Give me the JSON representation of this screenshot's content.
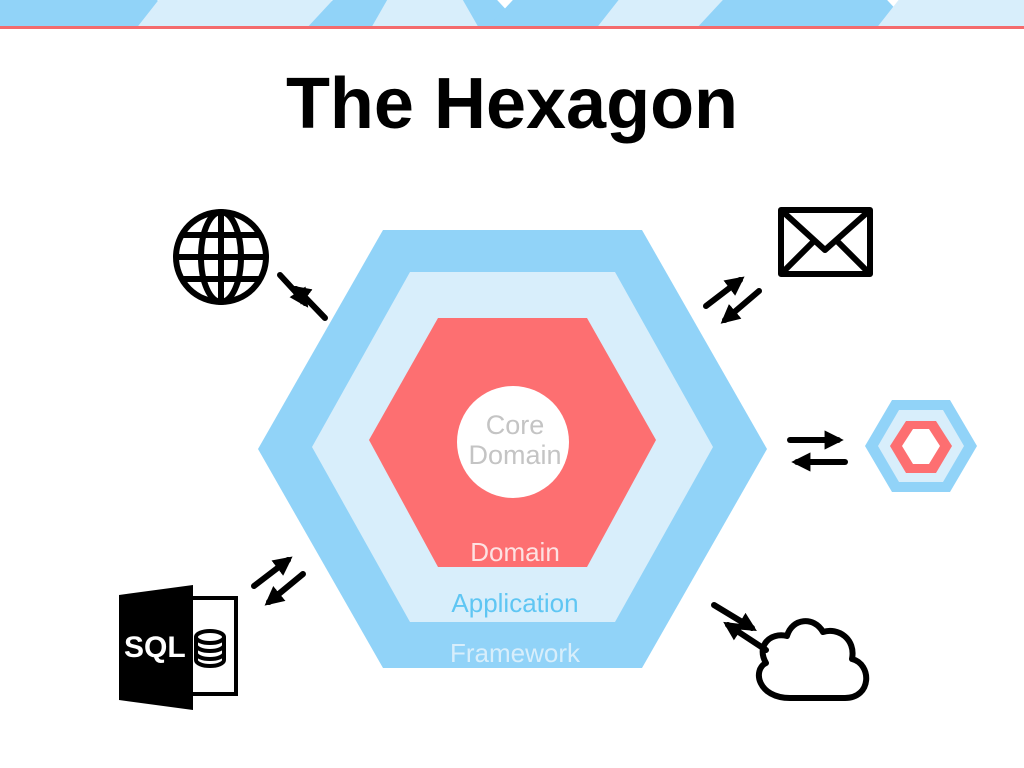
{
  "slide": {
    "title": "The Hexagon"
  },
  "hexagon": {
    "layers": [
      {
        "name": "framework",
        "label": "Framework",
        "fill": "#91d3f8",
        "label_color": "#d8eefb"
      },
      {
        "name": "application",
        "label": "Application",
        "fill": "#d8eefb",
        "label_color": "#5fc6f3"
      },
      {
        "name": "domain",
        "label": "Domain",
        "fill": "#fd6f71",
        "label_color": "#fde2e2"
      }
    ],
    "core": {
      "line1": "Core",
      "line2": "Domain",
      "label_color": "#c4c4c4"
    }
  },
  "external_adapters": {
    "top_left": "globe-icon",
    "top_right": "envelope-icon",
    "right": "hexagon-logo-icon",
    "bottom_right": "cloud-icon",
    "bottom_left": {
      "icon": "sql-database-icon",
      "text": "SQL"
    }
  },
  "colors": {
    "accent_red": "#f46b6d",
    "accent_blue": "#91d3f8",
    "accent_lightblue": "#d8eefb",
    "ink": "#000000"
  }
}
